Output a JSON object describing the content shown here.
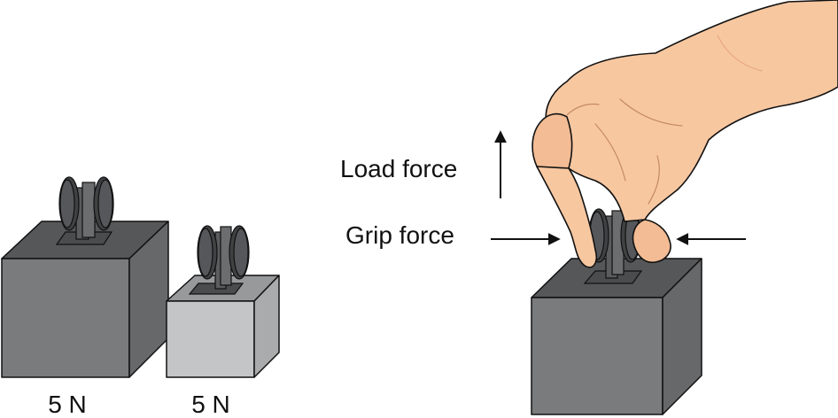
{
  "left_objects": [
    {
      "weight_label": "5 N",
      "color": "large dark gray box"
    },
    {
      "weight_label": "5 N",
      "color": "small light gray box"
    }
  ],
  "labels": {
    "load_force": "Load force",
    "grip_force": "Grip force"
  },
  "colors": {
    "dark_box_top": "#555758",
    "dark_box_front": "#7a7b7d",
    "dark_box_side": "#66686a",
    "light_box_top": "#97999b",
    "light_box_front": "#c3c5c7",
    "light_box_side": "#a9abad",
    "handle": "#3f4143",
    "skin": "#f7c7a0",
    "skin_shadow": "#e6a982",
    "outline": "#111111"
  }
}
